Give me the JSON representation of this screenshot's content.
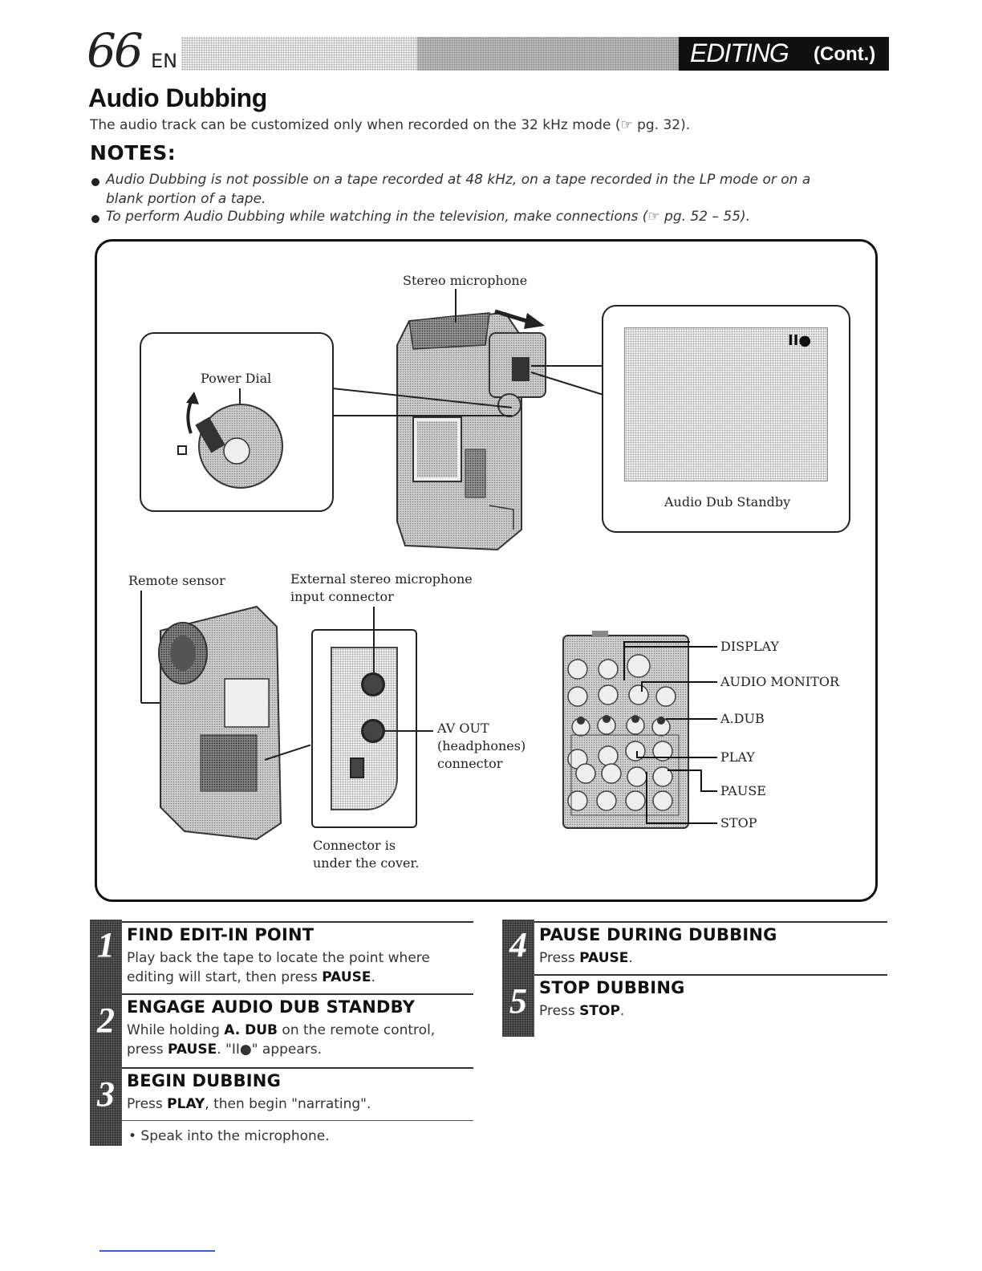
{
  "header": {
    "page_number": "66",
    "lang": "EN",
    "section": "EDITING",
    "cont": "(Cont.)"
  },
  "title": "Audio Dubbing",
  "intro": "The audio track can be customized only when recorded on the 32 kHz mode (☞ pg. 32).",
  "notes_heading": "NOTES:",
  "notes": [
    "Audio Dubbing is not possible on a tape recorded at 48 kHz, on a tape recorded in the LP mode or on a",
    "blank portion of a tape.",
    "To perform Audio Dubbing while watching in the television, make connections (☞ pg. 52 – 55)."
  ],
  "figure": {
    "stereo_mic": "Stereo microphone",
    "power_dial": "Power Dial",
    "audio_dub_standby": "Audio Dub Standby",
    "standby_icon": "II●",
    "remote_sensor": "Remote sensor",
    "ext_mic_1": "External stereo microphone",
    "ext_mic_2": "input connector",
    "av_out_1": "AV OUT",
    "av_out_2": "(headphones)",
    "av_out_3": "connector",
    "cover_1": "Connector is",
    "cover_2": "under the cover.",
    "remote_labels": [
      "DISPLAY",
      "AUDIO MONITOR",
      "A.DUB",
      "PLAY",
      "PAUSE",
      "STOP"
    ]
  },
  "steps": [
    {
      "num": "1",
      "title": "FIND EDIT-IN POINT",
      "line1": "Play back the tape to locate the point where",
      "line2_pre": "editing will start, then press ",
      "line2_b": "PAUSE",
      "line2_post": "."
    },
    {
      "num": "2",
      "title": "ENGAGE AUDIO DUB STANDBY",
      "line1_pre": "While holding ",
      "line1_b": "A. DUB",
      "line1_post": " on the remote control,",
      "line2_pre": "press ",
      "line2_b": "PAUSE",
      "line2_post": ". \"II●\" appears."
    },
    {
      "num": "3",
      "title": "BEGIN DUBBING",
      "line1_pre": "Press ",
      "line1_b": "PLAY",
      "line1_post": ", then begin \"narrating\".",
      "bullet": "• Speak into the microphone."
    },
    {
      "num": "4",
      "title": "PAUSE DURING DUBBING",
      "line1_pre": "Press ",
      "line1_b": "PAUSE",
      "line1_post": "."
    },
    {
      "num": "5",
      "title": "STOP DUBBING",
      "line1_pre": "Press ",
      "line1_b": "STOP",
      "line1_post": "."
    }
  ]
}
